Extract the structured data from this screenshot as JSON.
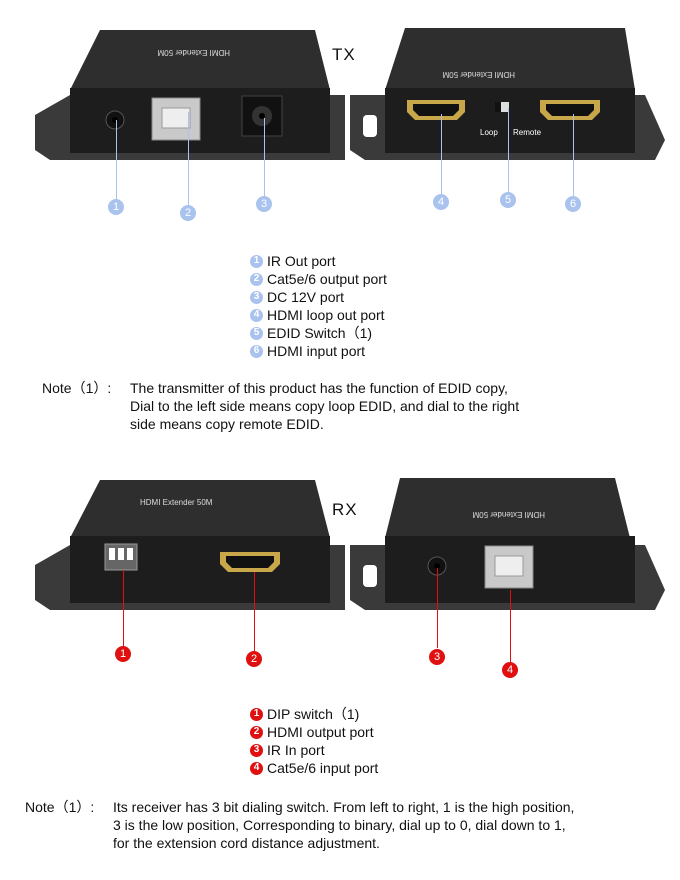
{
  "tx": {
    "label": "TX",
    "device_left_text": "HDMI Extender 50M",
    "device_right_text": "HDMI Extender 50M",
    "switch_left_label": "Loop",
    "switch_right_label": "Remote",
    "markers": [
      "1",
      "2",
      "3",
      "4",
      "5",
      "6"
    ],
    "legend": [
      {
        "num": "1",
        "text": "IR Out port"
      },
      {
        "num": "2",
        "text": "Cat5e/6 output port"
      },
      {
        "num": "3",
        "text": "DC 12V port"
      },
      {
        "num": "4",
        "text": "HDMI loop out port"
      },
      {
        "num": "5",
        "text": "EDID Switch（1)"
      },
      {
        "num": "6",
        "text": "HDMI input port"
      }
    ],
    "note_label": "Note（1）:",
    "note_lines": [
      "The transmitter of this product has the function of EDID copy,",
      "Dial to the left side means copy loop EDID, and dial to the right",
      "side means copy remote EDID."
    ]
  },
  "rx": {
    "label": "RX",
    "device_left_text": "HDMI Extender 50M",
    "device_right_text": "HDMI Extender 50M",
    "markers": [
      "1",
      "2",
      "3",
      "4"
    ],
    "legend": [
      {
        "num": "1",
        "text": "DIP switch（1)"
      },
      {
        "num": "2",
        "text": "HDMI output port"
      },
      {
        "num": "3",
        "text": "IR In port"
      },
      {
        "num": "4",
        "text": "Cat5e/6 input port"
      }
    ],
    "note_label": "Note（1）:",
    "note_lines": [
      "Its receiver has 3 bit dialing switch. From left to right, 1 is the high position,",
      "3 is the low position, Corresponding to binary, dial up to 0, dial down to 1,",
      "for the extension cord distance adjustment."
    ]
  },
  "colors": {
    "tx_marker": "#a9c3ee",
    "rx_marker": "#e01010",
    "device_body": "#2b2b2b"
  }
}
